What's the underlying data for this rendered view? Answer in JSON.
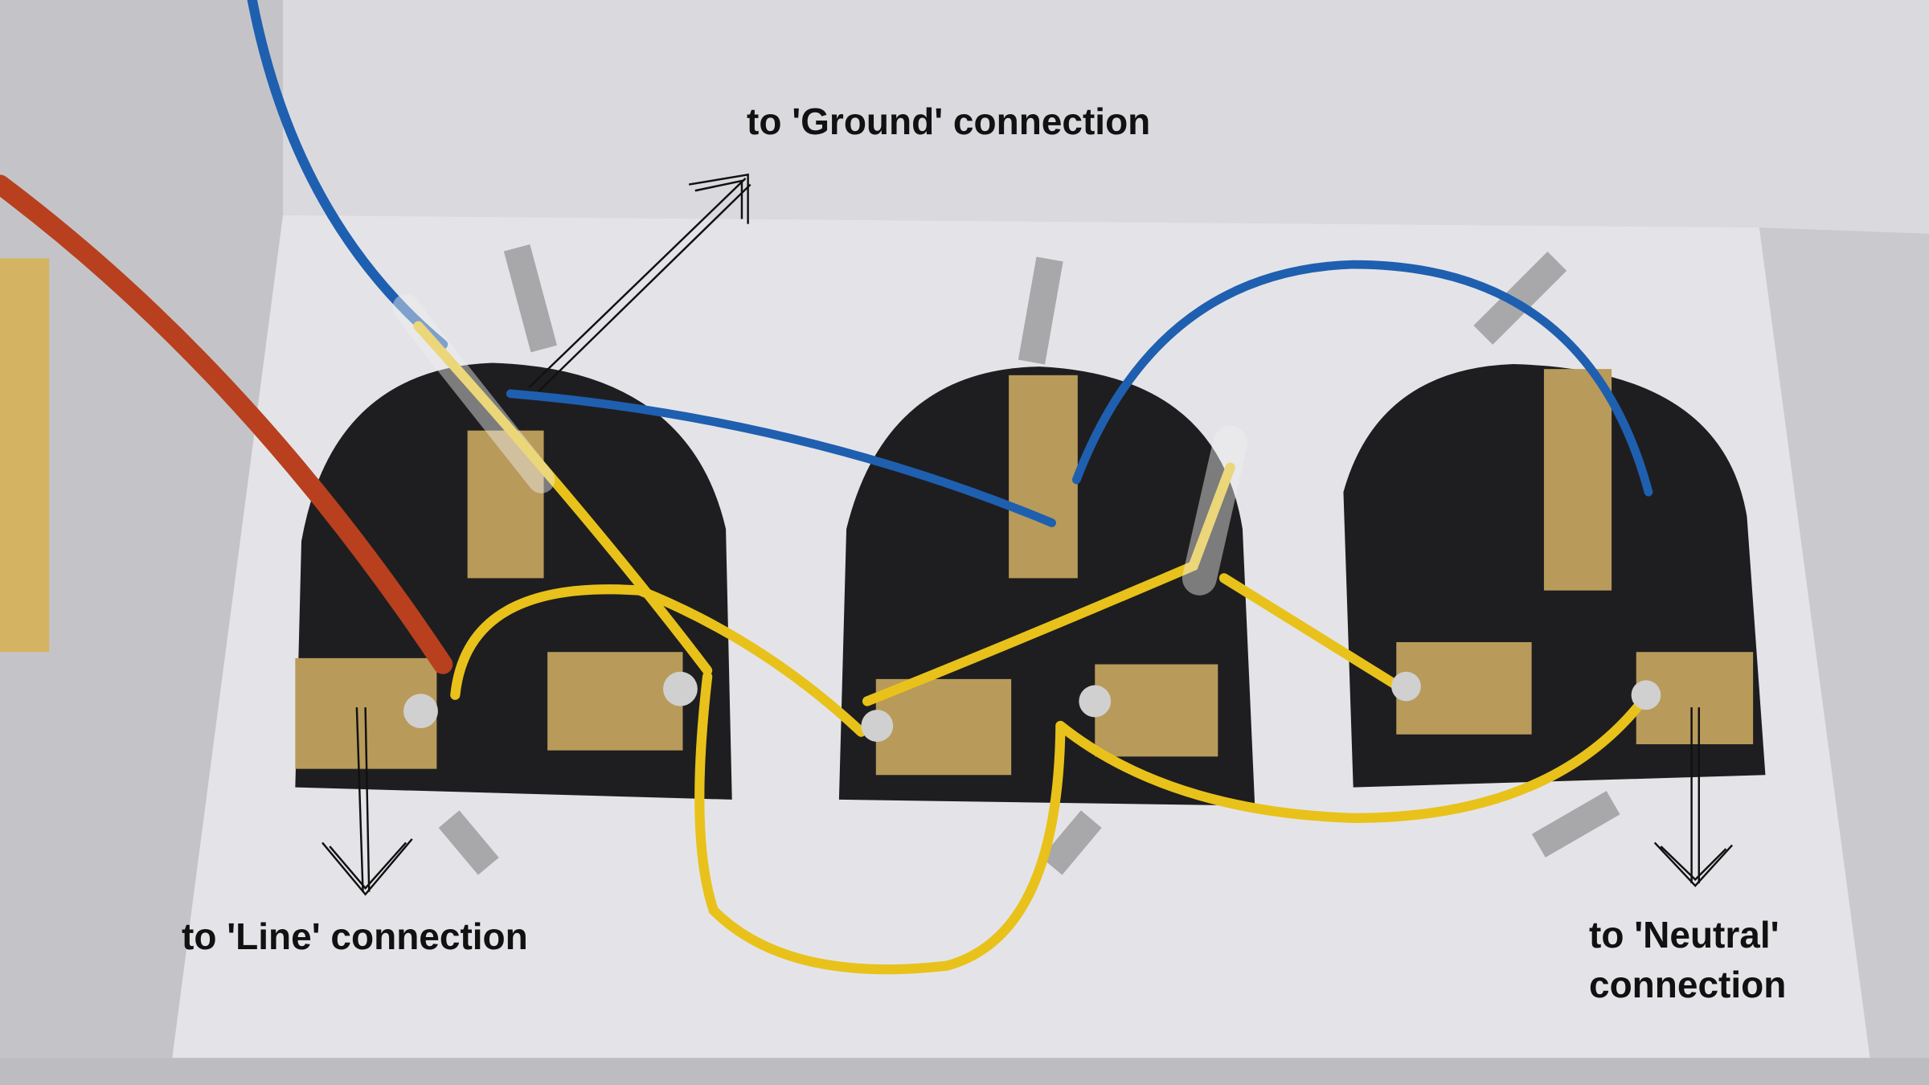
{
  "annotations": {
    "ground": "to 'Ground' connection",
    "line": "to 'Line' connection",
    "neutral_line1": "to 'Neutral'",
    "neutral_line2": "connection"
  },
  "colors": {
    "wire_yellow": "#e8c21a",
    "wire_blue": "#1f5fb0",
    "wire_red": "#b8401e",
    "socket_black": "#1e1e20",
    "brass": "#b89a5a",
    "box_white": "#e6e6ea"
  }
}
